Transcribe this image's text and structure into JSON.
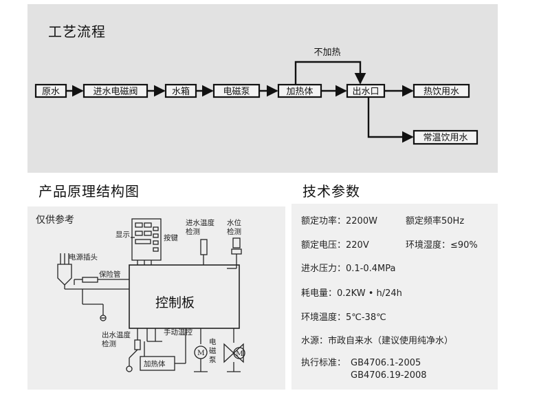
{
  "process": {
    "title": "工艺流程",
    "nodes": {
      "raw_water": "原水",
      "inlet_valve": "进水电磁阀",
      "tank": "水箱",
      "pump": "电磁泵",
      "heater": "加热体",
      "outlet": "出水口",
      "hot_water": "热饮用水",
      "room_temp_water": "常温饮用水"
    },
    "bypass_label": "不加热"
  },
  "structure": {
    "title": "产品原理结构图",
    "note": "仅供参考",
    "labels": {
      "display": "显示",
      "keys": "按键",
      "inlet_temp_detect": [
        "进水温度",
        "检测"
      ],
      "water_level_detect": [
        "水位",
        "检测"
      ],
      "power_plug": "电源插头",
      "fuse": "保险管",
      "control_board": "控制板",
      "outlet_temp_detect": [
        "出水温度",
        "检测"
      ],
      "manual_thermostat": "手动温控",
      "pump": [
        "电",
        "磁",
        "泵"
      ],
      "heater": "加热体",
      "motor_symbol": "M"
    }
  },
  "specs": {
    "title": "技术参数",
    "rated_power": "额定功率：2200W",
    "rated_frequency": "额定频率50Hz",
    "rated_voltage": "额定电压：220V",
    "ambient_humidity": "环境湿度：≤90%",
    "inlet_pressure": "进水压力：0.1-0.4MPa",
    "power_consumption": "耗电量：0.2KW • h/24h",
    "ambient_temperature": "环境温度：5℃-38℃",
    "water_source": "水源：市政自来水（建议使用纯净水）",
    "standard_label": "执行标准：",
    "standards": [
      "GB4706.1-2005",
      "GB4706.19-2008"
    ]
  }
}
